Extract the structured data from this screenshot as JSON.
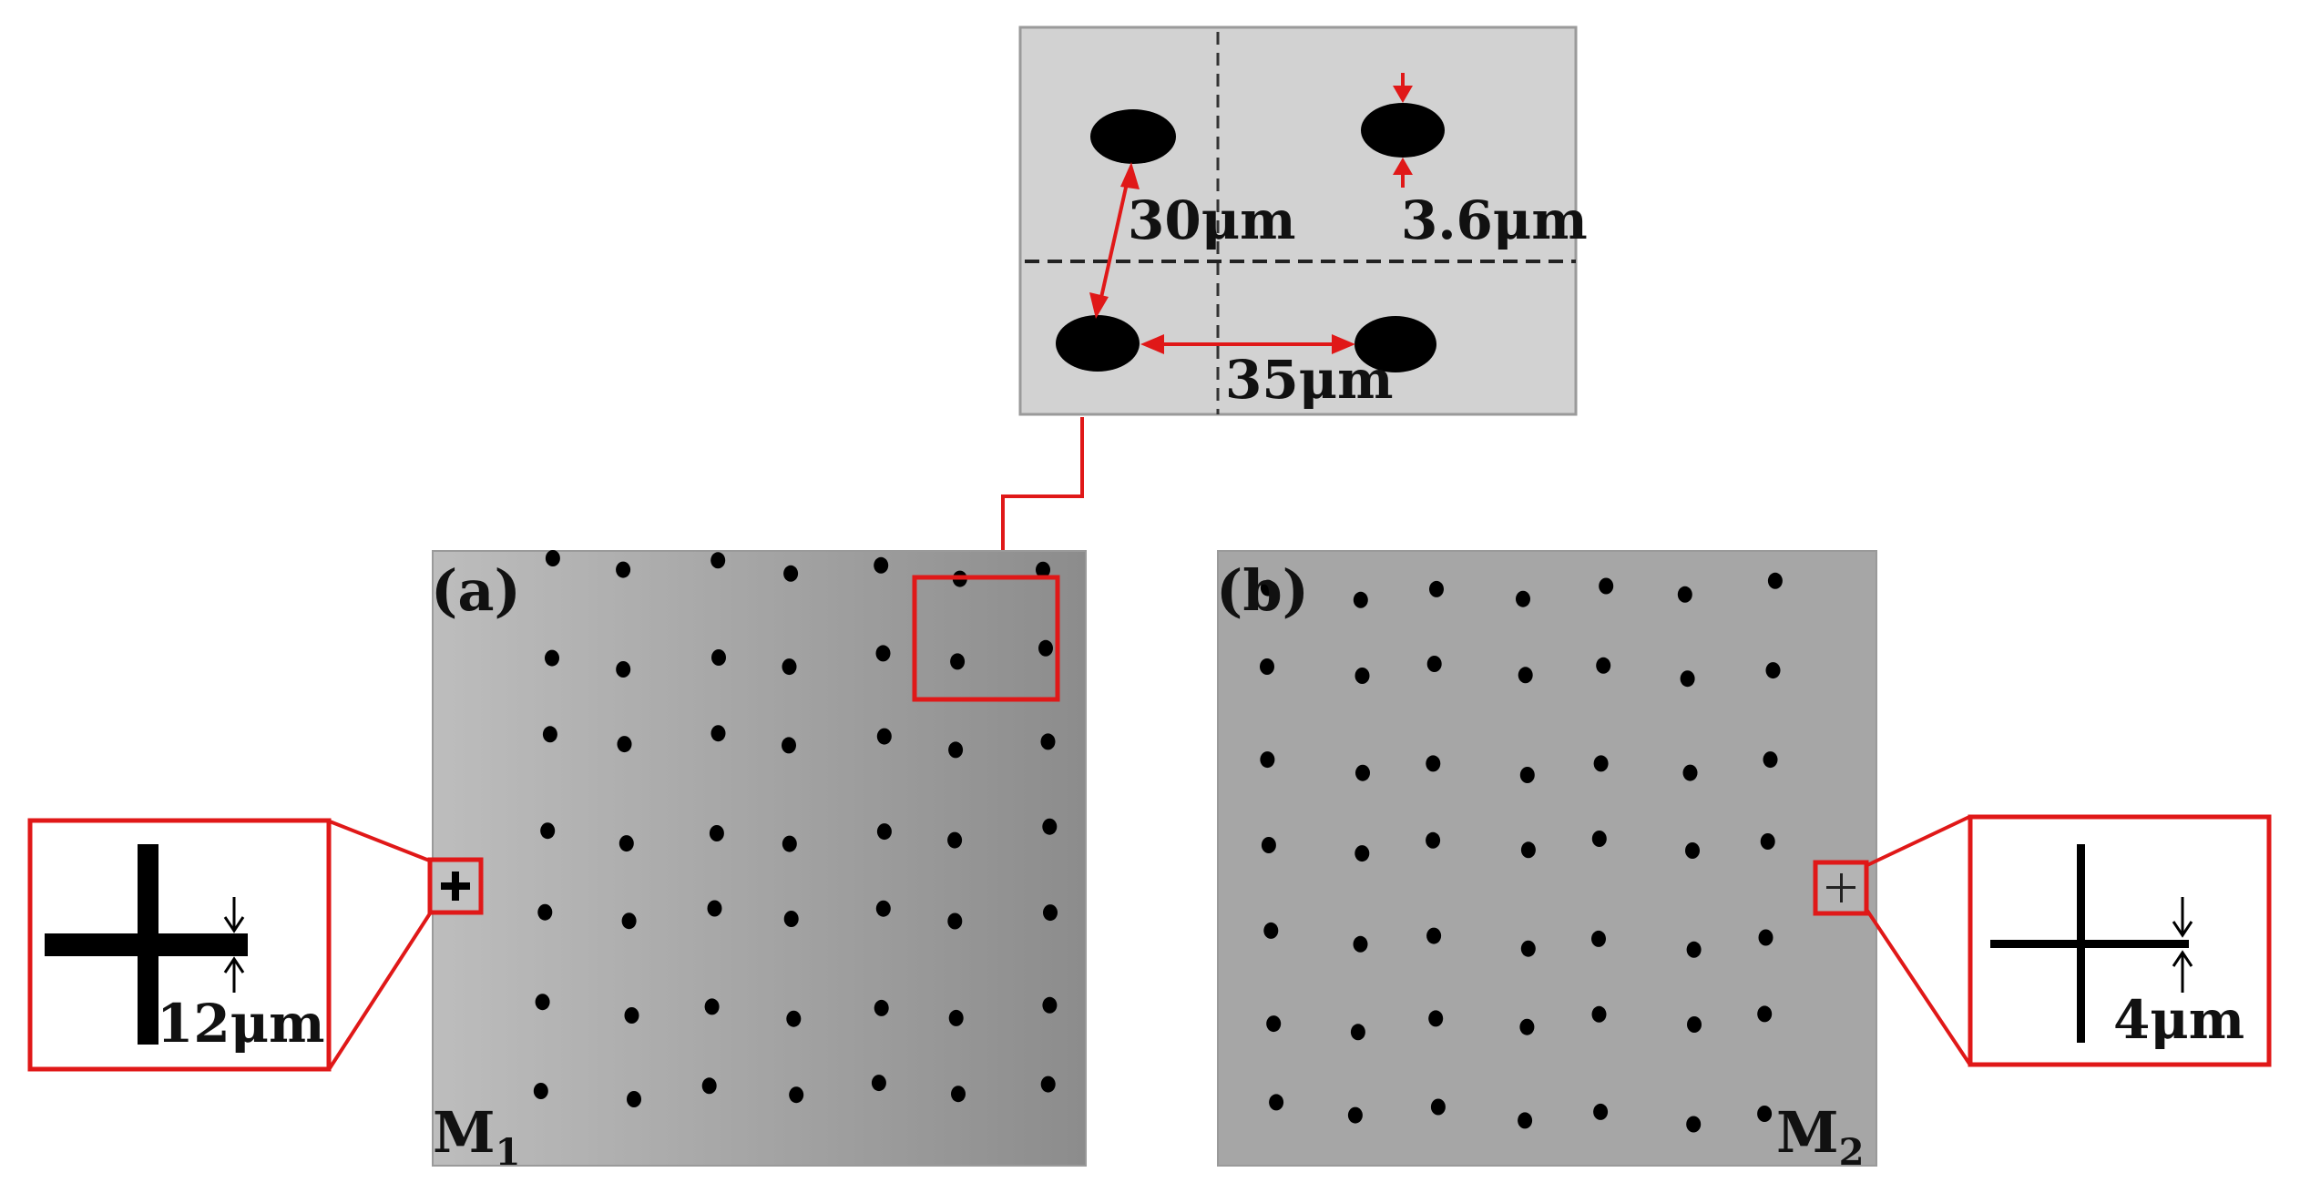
{
  "colors": {
    "accent": "#e01818",
    "dot": "#000000",
    "inset_bg": "#d2d2d2",
    "callout_bg": "#ffffff",
    "panel_a_light": "#bdbdbd",
    "panel_a_dark": "#8c8c8c",
    "panel_b_bg": "#a6a6a6"
  },
  "zoom": {
    "dim_30": "30μm",
    "dim_35": "35μm",
    "dim_36": "3.6μm"
  },
  "panel_a": {
    "label": "(a)",
    "mark_main": "M",
    "mark_sub": "1",
    "cross_width": "12μm",
    "grid": {
      "rows": 7,
      "cols": 7
    }
  },
  "panel_b": {
    "label": "(b)",
    "mark_main": "M",
    "mark_sub": "2",
    "cross_width": "4μm",
    "grid": {
      "rows": 7,
      "cols": 7
    }
  }
}
